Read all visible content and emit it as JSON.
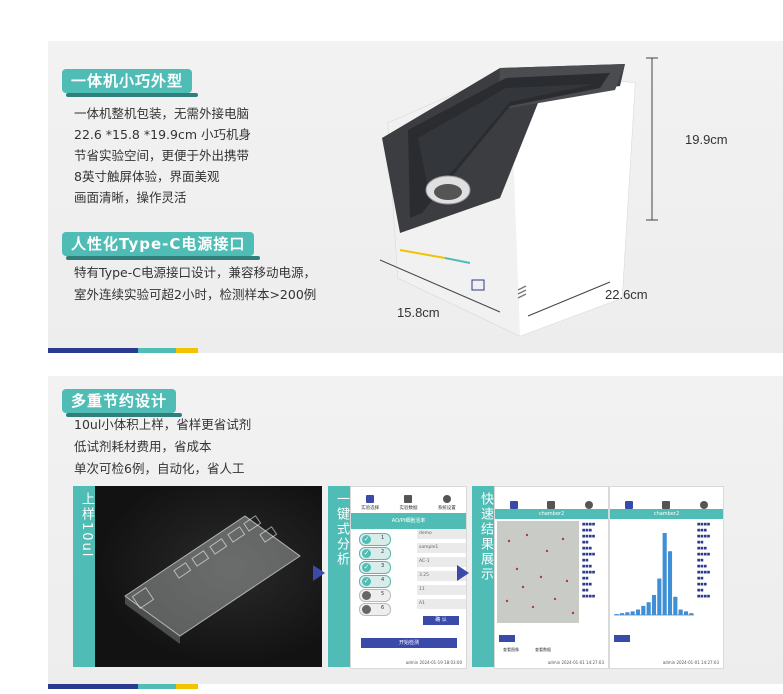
{
  "section1": {
    "title": "一体机小巧外型",
    "lines": [
      "一体机整机包装，无需外接电脑",
      "22.6 *15.8 *19.9cm 小巧机身",
      "节省实验空间，更便于外出携带",
      "8英寸触屏体验，界面美观",
      "画面清晰，操作灵活"
    ]
  },
  "section2": {
    "title": "人性化Type-C电源接口",
    "lines": [
      "特有Type-C电源接口设计，兼容移动电源，",
      "室外连续实验可超2小时，检测样本>200例"
    ]
  },
  "dimensions": {
    "height": "19.9cm",
    "width": "22.6cm",
    "depth": "15.8cm"
  },
  "section3": {
    "title": "多重节约设计",
    "lines": [
      "10ul小体积上样，省样更省试剂",
      "低试剂耗材费用，省成本",
      "单次可检6例，自动化，省人工"
    ]
  },
  "steps": {
    "load": "上样10ul",
    "analyze": "一键式分析",
    "display": "快速结果展示"
  },
  "screen1": {
    "nav": [
      "实验选择",
      "实验数据",
      "系统设置"
    ],
    "header": "AO/PI细胞活率",
    "rows": [
      "1",
      "2",
      "3",
      "4",
      "5",
      "6"
    ],
    "fields": [
      "demo",
      "sample1",
      "AC-1",
      "3.25",
      "11",
      "A1"
    ],
    "confirm": "确 认",
    "start": "开始检测",
    "footer": "admin   2024-01-19 18:03:00"
  },
  "screen2": {
    "header": "chamber2",
    "footer": "admin   2024-01-01 14:27:03",
    "buttons": [
      "查看图像",
      "查看数据"
    ]
  },
  "screen3": {
    "header": "chamber2",
    "footer": "admin   2024-01-01 14:27:03",
    "hist": [
      1,
      2,
      3,
      4,
      6,
      10,
      14,
      22,
      40,
      90,
      70,
      20,
      6,
      4,
      2
    ]
  },
  "colors": {
    "teal": "#4fbdb5",
    "navy": "#2a3a8f",
    "yellow": "#f2c300",
    "arrow": "#3a4aa8"
  }
}
